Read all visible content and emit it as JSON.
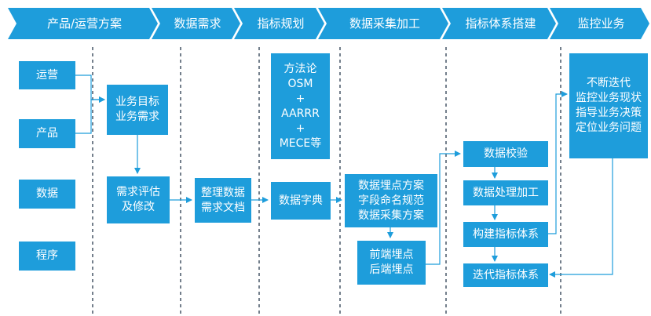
{
  "colors": {
    "box": "#1e9ddb",
    "chevron": "#1e9ddb",
    "line": "#1e9ddb",
    "divider": "#2a3b4f"
  },
  "stages": [
    "产品/运营方案",
    "数据需求",
    "指标规划",
    "数据采集加工",
    "指标体系搭建",
    "监控业务"
  ],
  "roles": [
    "运营",
    "产品",
    "数据",
    "程序"
  ],
  "boxes": {
    "biz_goal": "业务目标\n业务需求",
    "req_eval": "需求评估\n及修改",
    "req_doc": "整理数据\n需求文档",
    "method": "方法论\nOSM\n+\nAARRR\n+\nMECE等",
    "dict": "数据字典",
    "tracking_plan": "数据埋点方案\n字段命名规范\n数据采集方案",
    "tracking_ends": "前端埋点\n后端埋点",
    "verify": "数据校验",
    "processing": "数据处理加工",
    "build_index": "构建指标体系",
    "iterate_index": "迭代指标体系",
    "monitor": "不断迭代\n监控业务现状\n指导业务决策\n定位业务问题"
  }
}
